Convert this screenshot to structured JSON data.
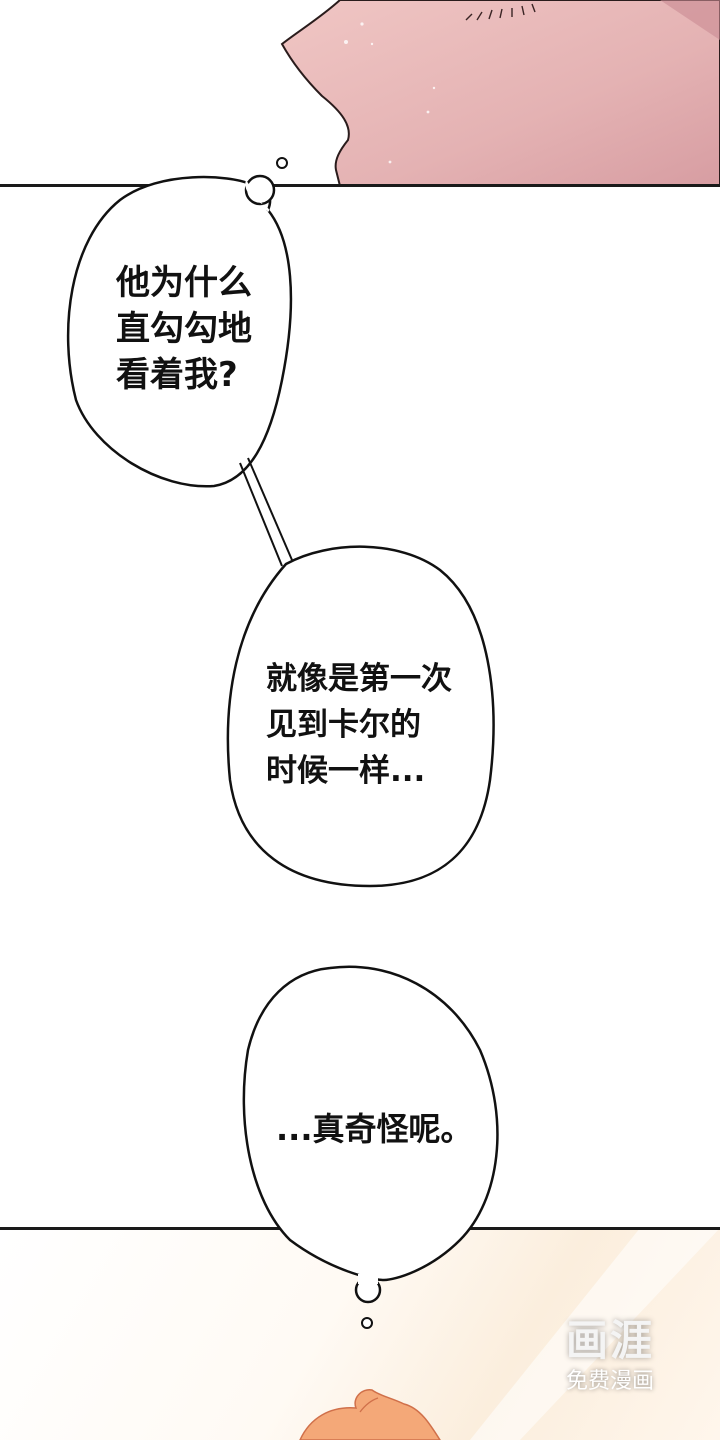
{
  "comic": {
    "panels": [
      {
        "id": "top",
        "description": "close-up pink skin with eyelashes"
      },
      {
        "id": "bottom",
        "description": "warm beige background with orange-haired character top"
      }
    ],
    "bubbles": [
      {
        "type": "thought",
        "text": "他为什么\n直勾勾地\n看着我?"
      },
      {
        "type": "thought",
        "text": "就像是第一次\n见到卡尔的\n时候一样..."
      },
      {
        "type": "thought",
        "text": "...真奇怪呢。"
      }
    ],
    "colors": {
      "skin": "#e8b4b4",
      "skin_dark": "#d89a9e",
      "hair": "#f4a878",
      "outline": "#1a1a1a",
      "bg_warm": "#fbeedd"
    }
  },
  "watermark": {
    "logo": "画涯",
    "subtitle": "免费漫画"
  }
}
